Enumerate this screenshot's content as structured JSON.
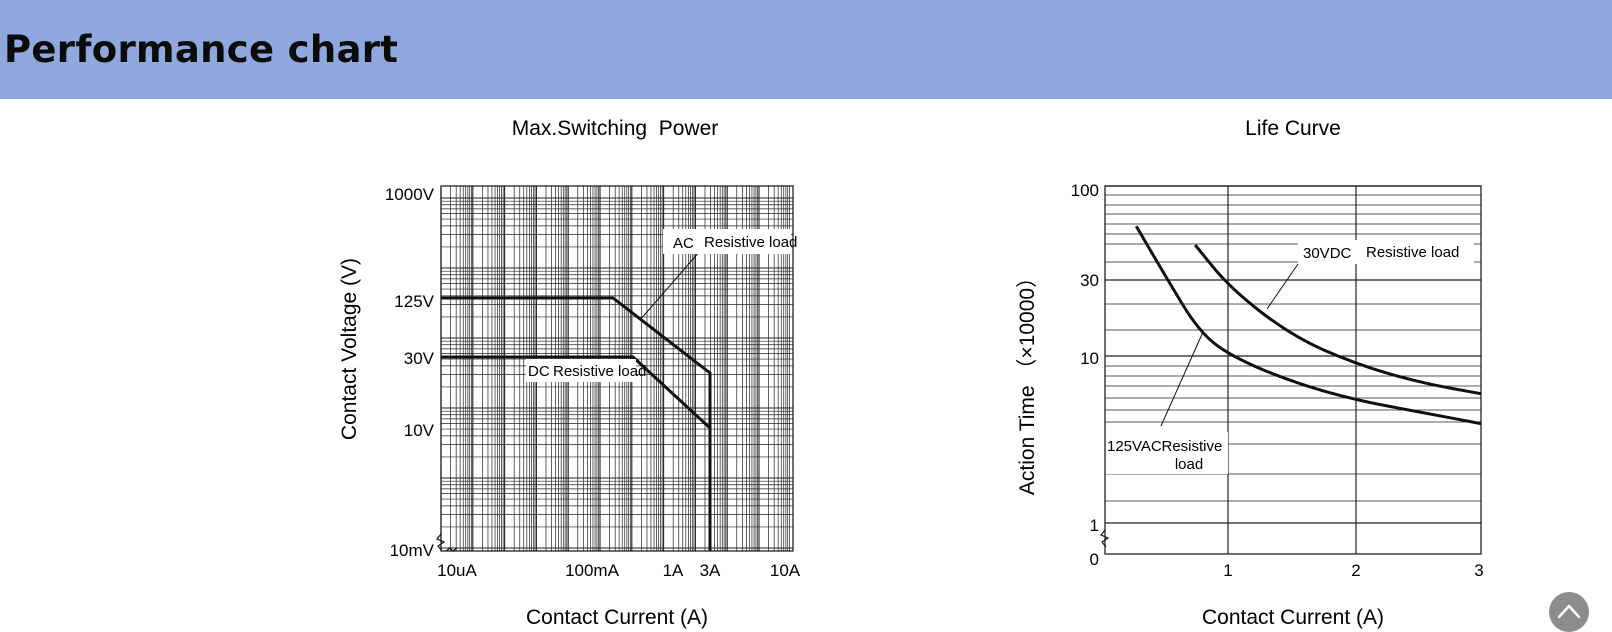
{
  "header": {
    "title": "Performance chart"
  },
  "chart_data": [
    {
      "type": "line",
      "title": "Max.Switching  Power",
      "xlabel": "Contact Current (A)",
      "ylabel": "Contact Voltage (V)",
      "x_scale": "log",
      "y_scale": "log",
      "x_ticks": [
        "10uA",
        "100mA",
        "1A",
        "3A",
        "10A"
      ],
      "y_ticks": [
        "1000V",
        "125V",
        "30V",
        "10V",
        "10mV"
      ],
      "grid": true,
      "series": [
        {
          "name": "AC Resistive load",
          "label_prefix": "AC",
          "label_text": "Resistive load",
          "points": [
            [
              "10uA",
              "125V"
            ],
            [
              "0.3A",
              "125V"
            ],
            [
              "3A",
              "30V"
            ],
            [
              "3A",
              "10mV"
            ]
          ]
        },
        {
          "name": "DC Resistive load",
          "label_prefix": "DC",
          "label_text": "Resistive load",
          "points": [
            [
              "10uA",
              "30V"
            ],
            [
              "0.5A",
              "30V"
            ],
            [
              "3A",
              "10V"
            ],
            [
              "3A",
              "10mV"
            ]
          ]
        }
      ]
    },
    {
      "type": "line",
      "title": "Life Curve",
      "xlabel": "Contact Current (A)",
      "ylabel": "Action Time （×10000）",
      "x_ticks": [
        "1",
        "2",
        "3"
      ],
      "y_ticks": [
        "100",
        "30",
        "10",
        "1",
        "0"
      ],
      "xlim": [
        0,
        3
      ],
      "grid": true,
      "series": [
        {
          "name": "30VDC Resistive load",
          "label_prefix": "30VDC",
          "label_text": "Resistive load",
          "x": [
            0.72,
            1.0,
            1.5,
            2.0,
            2.5,
            3.0
          ],
          "y": [
            45,
            25,
            13,
            9,
            7,
            6
          ]
        },
        {
          "name": "125VAC Resistive load",
          "label_prefix": "125VAC",
          "label_text": "Resistive load",
          "x": [
            0.25,
            0.5,
            0.75,
            1.0,
            1.5,
            2.0,
            2.5,
            3.0
          ],
          "y": [
            58,
            28,
            14,
            10,
            7,
            5.5,
            4.7,
            4
          ]
        }
      ]
    }
  ],
  "scroll_top": {
    "icon": "chevron-up-icon"
  }
}
